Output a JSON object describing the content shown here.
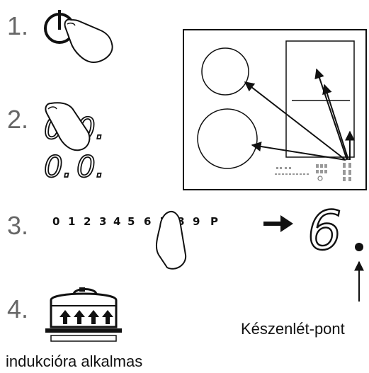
{
  "steps": {
    "s1": "1.",
    "s2": "2.",
    "s3": "3.",
    "s4": "4."
  },
  "display": {
    "zero_top_left": "0.",
    "zero_top_right": "0.",
    "zero_bottom_left": "0.",
    "zero_bottom_right": "0.",
    "big_level": "6"
  },
  "power_scale": [
    "0",
    "1",
    "2",
    "3",
    "4",
    "5",
    "6",
    "7",
    "8",
    "9",
    "P"
  ],
  "labels": {
    "standby_point": "Készenlét-pont",
    "induction_suitable": "indukcióra alkalmas"
  },
  "icons": [
    "power-icon",
    "finger-pointer-icon",
    "right-arrow-icon",
    "cookware-icon",
    "hob-icon"
  ]
}
